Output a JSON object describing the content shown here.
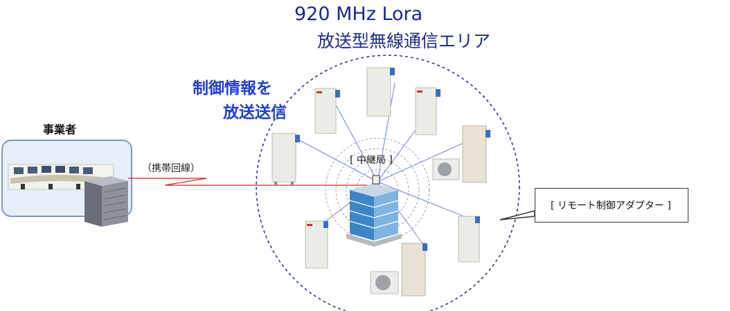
{
  "title": {
    "line1": "920 MHz Lora",
    "line2": "放送型無線通信エリア"
  },
  "control_text": {
    "line1": "制御情報を",
    "line2": "放送送信"
  },
  "labels": {
    "operator": "事業者",
    "mobile_line": "（携帯回線）",
    "relay_station": "[ 中継局 ]",
    "remote_adapter": "[ リモート制御アダプター ]"
  },
  "colors": {
    "title": "#1c2a8c",
    "control_text": "#1f3fd6",
    "signal_line": "#e02020",
    "radio_lines": "#6f7fd8",
    "coverage_circle": "#2a3890",
    "operator_panel_border": "#7c97c8",
    "adapter_module": "#3b6cc0"
  },
  "icons": {
    "operator_center": "control-room-icon",
    "server": "server-rack-icon",
    "relay": "office-building-icon",
    "signal": "radio-wave-icon",
    "devices": "water-heater-icon"
  }
}
